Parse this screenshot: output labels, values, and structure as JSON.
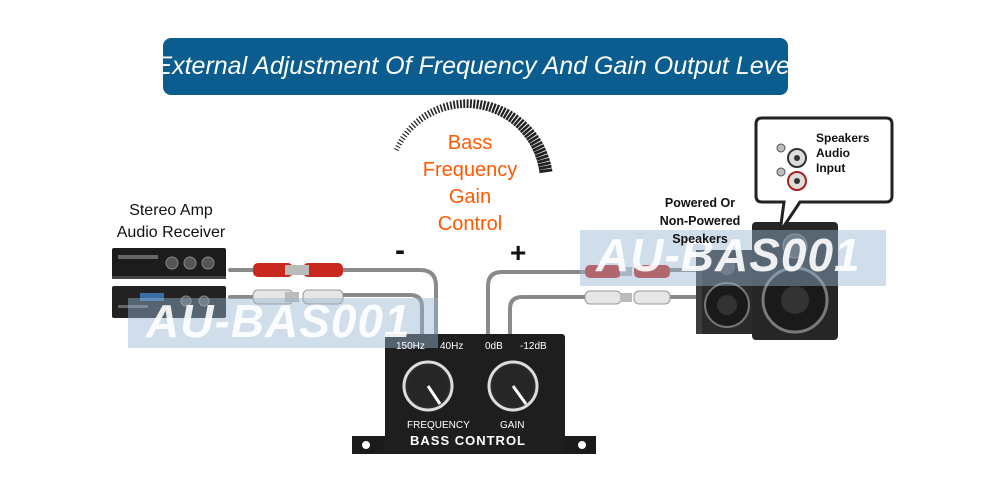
{
  "banner": {
    "title": "External Adjustment Of Frequency And Gain Output Level"
  },
  "dial": {
    "label_lines": [
      "Bass",
      "Frequency",
      "Gain",
      "Control"
    ],
    "minus": "-",
    "plus": "+"
  },
  "receiver": {
    "label_lines": [
      "Stereo Amp",
      "Audio Receiver"
    ]
  },
  "speakers": {
    "label_lines": [
      "Powered Or",
      "Non-Powered",
      "Speakers"
    ]
  },
  "bubble": {
    "label_lines": [
      "Speakers",
      "Audio",
      "Input"
    ]
  },
  "watermark": {
    "text": "AU-BAS001"
  },
  "control_box": {
    "freq_labels": [
      "150Hz",
      "40Hz"
    ],
    "gain_labels": [
      "0dB",
      "-12dB"
    ],
    "knob1_label": "FREQUENCY",
    "knob2_label": "GAIN",
    "title": "BASS CONTROL"
  },
  "colors": {
    "banner_bg": "#0a5d8e",
    "dial_text": "#ff5a00"
  }
}
